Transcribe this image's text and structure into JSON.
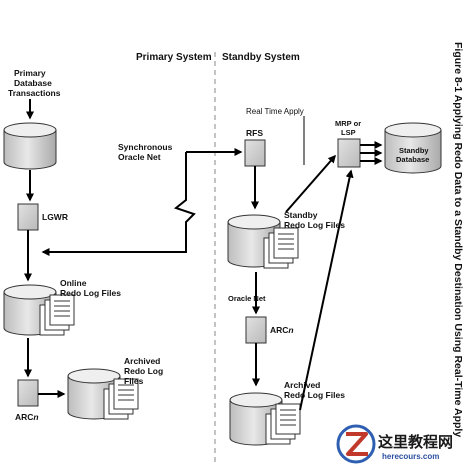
{
  "headers": {
    "primary": "Primary System",
    "standby": "Standby System"
  },
  "labels": {
    "primary_tx_1": "Primary",
    "primary_tx_2": "Database",
    "primary_tx_3": "Transactions",
    "sync_1": "Synchronous",
    "sync_2": "Oracle Net",
    "lgwr": "LGWR",
    "online_1": "Online",
    "online_2": "Redo Log Files",
    "arc_primary_1": "ARC",
    "arc_primary_2": "n",
    "archived_primary_1": "Archived",
    "archived_primary_2": "Redo Log",
    "archived_primary_3": "Files",
    "real_time_apply": "Real Time Apply",
    "rfs": "RFS",
    "mrp_1": "MRP or",
    "mrp_2": "LSP",
    "standby_db_1": "Standby",
    "standby_db_2": "Database",
    "standby_redo_1": "Standby",
    "standby_redo_2": "Redo Log Files",
    "oracle_net": "Oracle Net",
    "arc_standby_1": "ARC",
    "arc_standby_2": "n",
    "archived_standby_1": "Archived",
    "archived_standby_2": "Redo Log Files"
  },
  "figure_caption": "Figure 8-1    Applying Redo Data to a Standby Destination Using Real-Time Apply",
  "watermark": {
    "title": "这里教程网",
    "site": "herecours.com"
  }
}
